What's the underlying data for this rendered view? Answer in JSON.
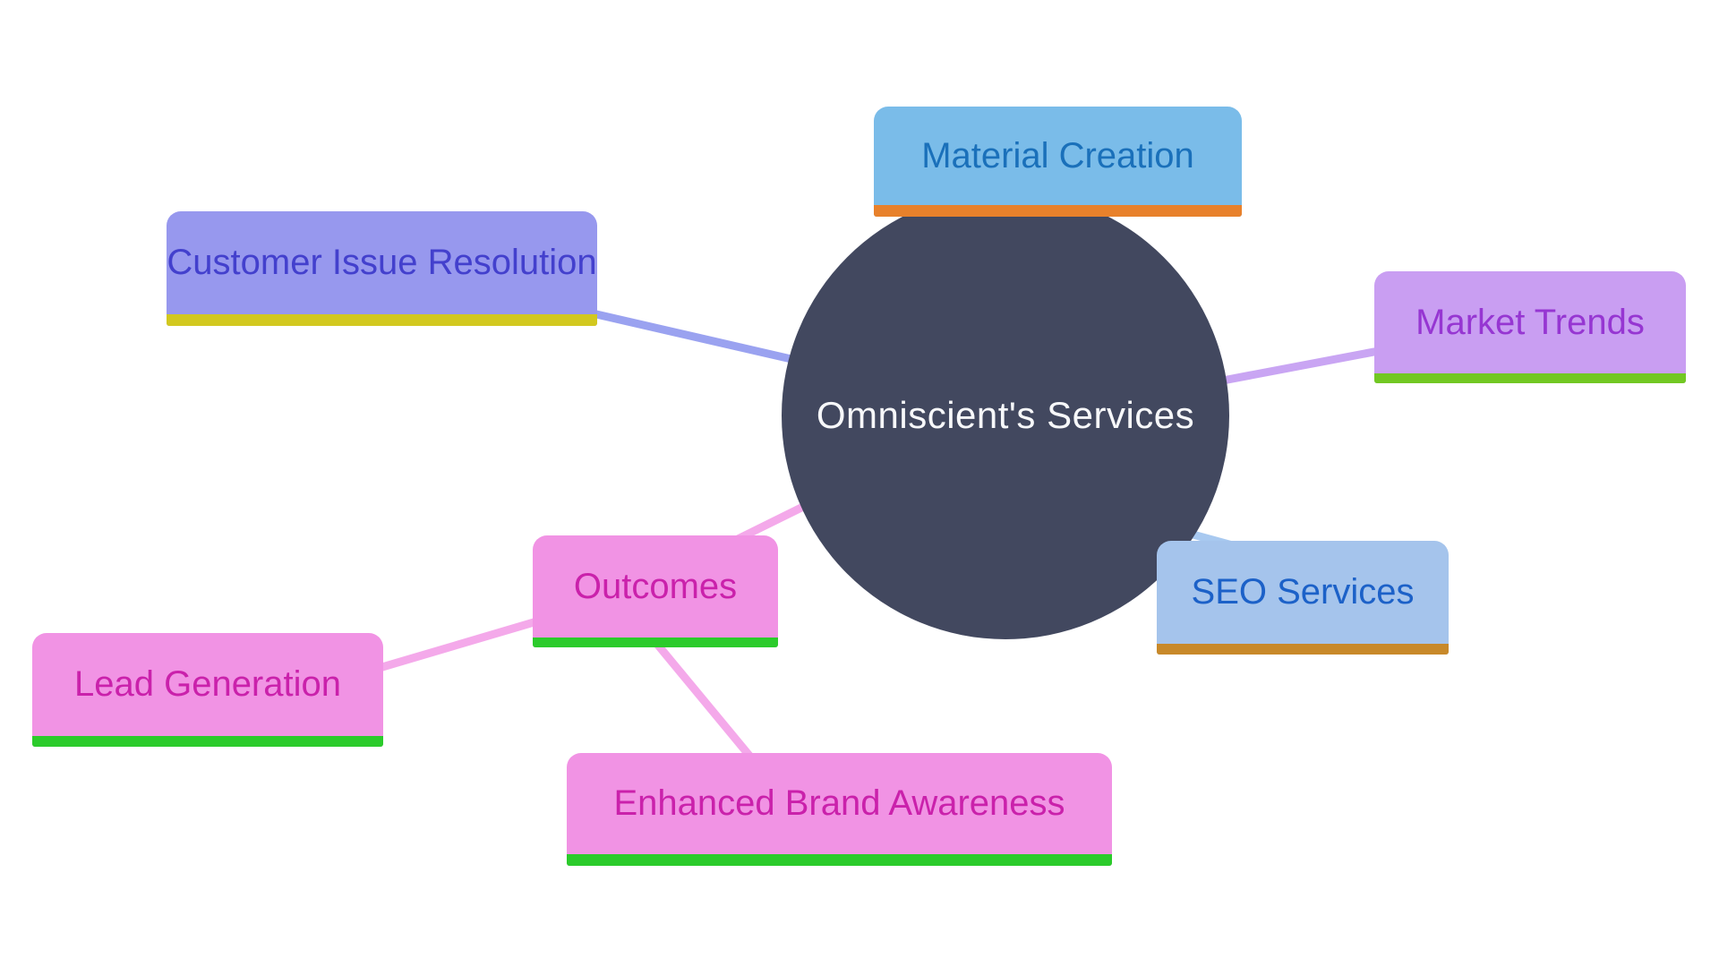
{
  "canvas": {
    "background": "#ffffff"
  },
  "central": {
    "label": "Omniscient's Services",
    "fill_color": "#42485f",
    "text_color": "#f7f8fa"
  },
  "nodes": [
    {
      "id": "material-creation",
      "label": "Material Creation",
      "bg_color": "#7abce9",
      "text_color": "#1a70ba",
      "bar_color": "#e8812b"
    },
    {
      "id": "customer-issue-resolution",
      "label": "Customer Issue Resolution",
      "bg_color": "#9798ee",
      "text_color": "#4340cd",
      "bar_color": "#d2c81f"
    },
    {
      "id": "market-trends",
      "label": "Market Trends",
      "bg_color": "#c99ef2",
      "text_color": "#9636d2",
      "bar_color": "#72c823"
    },
    {
      "id": "seo-services",
      "label": "SEO Services",
      "bg_color": "#a5c4ec",
      "text_color": "#1c61c8",
      "bar_color": "#c8892a"
    },
    {
      "id": "outcomes",
      "label": "Outcomes",
      "bg_color": "#f193e4",
      "text_color": "#ca21ab",
      "bar_color": "#2bcb2b"
    },
    {
      "id": "lead-generation",
      "label": "Lead Generation",
      "bg_color": "#f193e4",
      "text_color": "#ca21ab",
      "bar_color": "#2bcb2b"
    },
    {
      "id": "enhanced-brand-awareness",
      "label": "Enhanced Brand Awareness",
      "bg_color": "#f193e4",
      "text_color": "#ca21ab",
      "bar_color": "#2bcb2b"
    }
  ],
  "edges": [
    {
      "from": "central",
      "to": "customer-issue-resolution",
      "color": "#9aa2f0"
    },
    {
      "from": "central",
      "to": "market-trends",
      "color": "#c9a5f3"
    },
    {
      "from": "central",
      "to": "seo-services",
      "color": "#a8c9f0"
    },
    {
      "from": "central",
      "to": "outcomes",
      "color": "#f4a9ea"
    },
    {
      "from": "outcomes",
      "to": "lead-generation",
      "color": "#f4a9ea"
    },
    {
      "from": "outcomes",
      "to": "enhanced-brand-awareness",
      "color": "#f4a9ea"
    }
  ]
}
